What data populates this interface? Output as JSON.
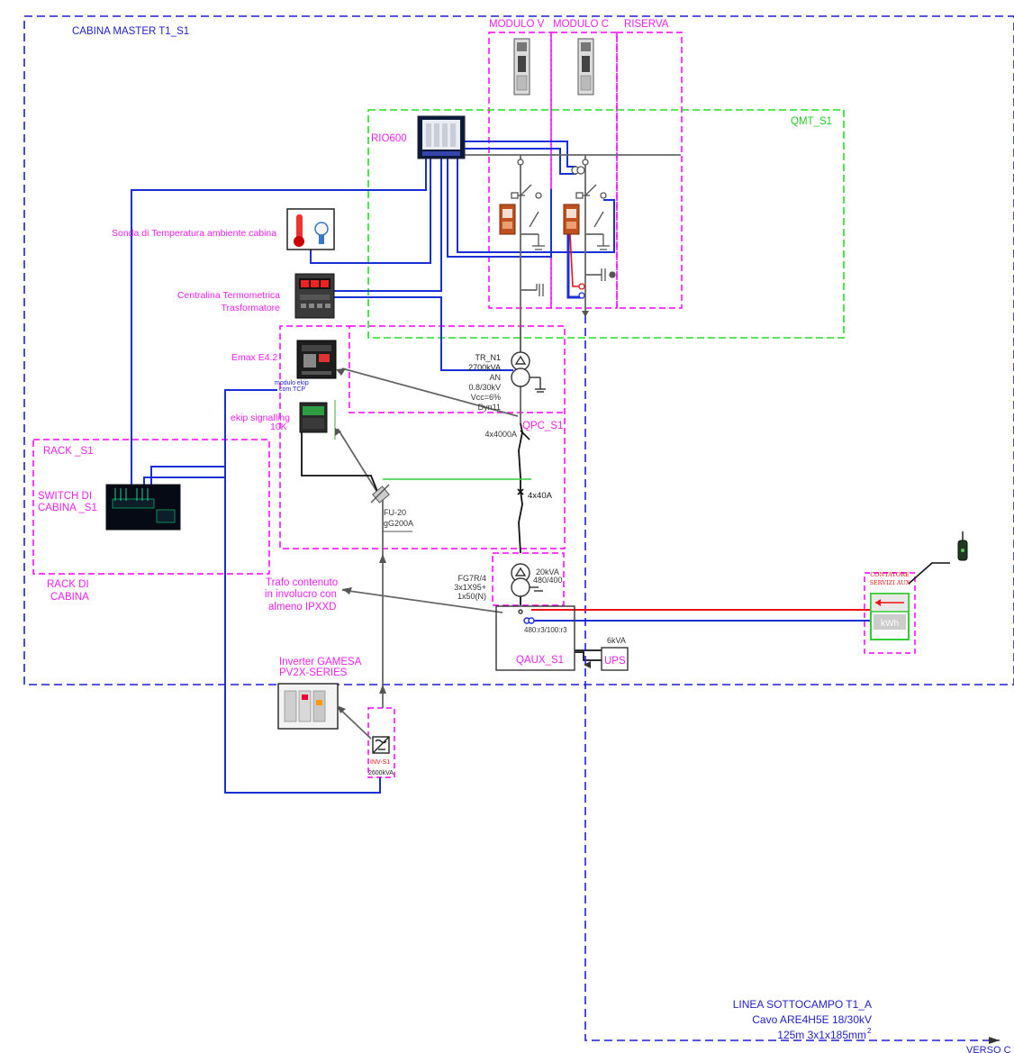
{
  "colors": {
    "magenta": "#ff00ff",
    "blue_dash": "#1f1fd8",
    "green_dash": "#22dd22",
    "wire_blue": "#1a2fd6",
    "wire_grey": "#666666",
    "wire_black": "#111111",
    "wire_red": "#ee1111",
    "wire_green": "#33cc33",
    "label_blue": "#2222cc",
    "label_magenta": "#ee22ee"
  },
  "labels": {
    "cabina_master": "CABINA MASTER T1_S1",
    "modulo_v": "MODULO V",
    "modulo_c": "MODULO C",
    "riserva": "RISERVA",
    "qmt": "QMT_S1",
    "rio600": "RIO600",
    "sonda": "Sonda di Temperatura ambiente cabina",
    "centralina_1": "Centralina Termometrica",
    "centralina_2": "Trasformatore",
    "emax": "Emax E4.2",
    "modulo_ekip_1": "modulo ekip",
    "modulo_ekip_2": "com TCP",
    "ekip_signalling_1": "ekip signalling",
    "ekip_signalling_2": "10K",
    "rack": "RACK _S1",
    "switch_1": "SWITCH DI",
    "switch_2": "CABINA _S1",
    "rack_di_1": "RACK DI",
    "rack_di_2": "CABINA",
    "tr_name": "TR_N1",
    "tr_power": "2700kVA",
    "tr_an": "AN",
    "tr_voltage": "0.8/30kV",
    "tr_vcc": "Vcc=6%",
    "tr_group": "Dyn11",
    "qpc": "QPC_S1",
    "breaker_main": "4x4000A",
    "breaker_aux": "4x40A",
    "fu_1": "FU-20",
    "fu_2": "gG200A",
    "cable_1": "FG7R/4",
    "cable_2": "3x1X95+",
    "cable_3": "1x50(N)",
    "aux_tr_1": "20kVA",
    "aux_tr_2": "480/400",
    "trafo_note_1": "Trafo contenuto",
    "trafo_note_2": "in involucro con",
    "trafo_note_3": "almeno IPXXD",
    "ct_ratio": "480:r3/100:r3",
    "qaux": "QAUX_S1",
    "ups_power": "6kVA",
    "ups": "UPS",
    "inverter_1": "Inverter GAMESA",
    "inverter_2": "PV2X-SERIES",
    "inv_name": "INV-S1",
    "inv_power": "2600kVA",
    "contatore_1": "CONTATORE",
    "contatore_2": "SERVIZI AUX",
    "kwh": "kWh",
    "linea_1": "LINEA  SOTTOCAMPO T1_A",
    "linea_2": "Cavo ARE4H5E 18/30kV",
    "linea_3": "125m 3x1x185mm",
    "linea_3_sup": "2",
    "verso": "VERSO C"
  }
}
